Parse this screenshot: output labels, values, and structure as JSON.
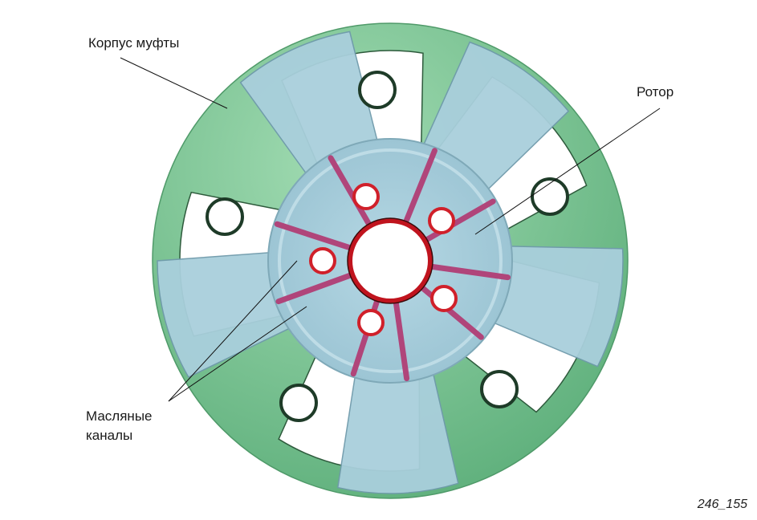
{
  "labels": {
    "housing": "Корпус муфты",
    "rotor": "Ротор",
    "oil_channels_line1": "Масляные",
    "oil_channels_line2": "каналы"
  },
  "figure_id": "246_155",
  "colors": {
    "housing": "#7cc595",
    "rotor": "#a9cfdc",
    "channel": "#b0457a",
    "hole_rim": "#d0202a"
  }
}
